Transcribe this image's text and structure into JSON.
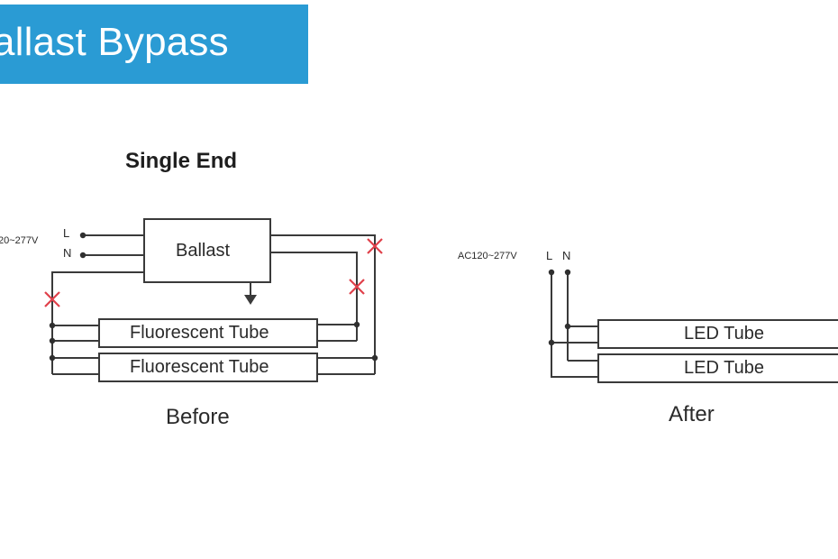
{
  "banner": {
    "title": "allast Bypass",
    "color": "#2a9bd4"
  },
  "section_title": "Single End",
  "before": {
    "voltage_label": "20~277V",
    "line_label": "L",
    "neutral_label": "N",
    "ballast_label": "Ballast",
    "tubes": [
      "Fluorescent Tube",
      "Fluorescent Tube"
    ],
    "caption": "Before",
    "cut_mark_color": "#e0404a"
  },
  "after": {
    "voltage_label": "AC120~277V",
    "line_label": "L",
    "neutral_label": "N",
    "tubes": [
      "LED Tube",
      "LED Tube"
    ],
    "caption": "After"
  }
}
